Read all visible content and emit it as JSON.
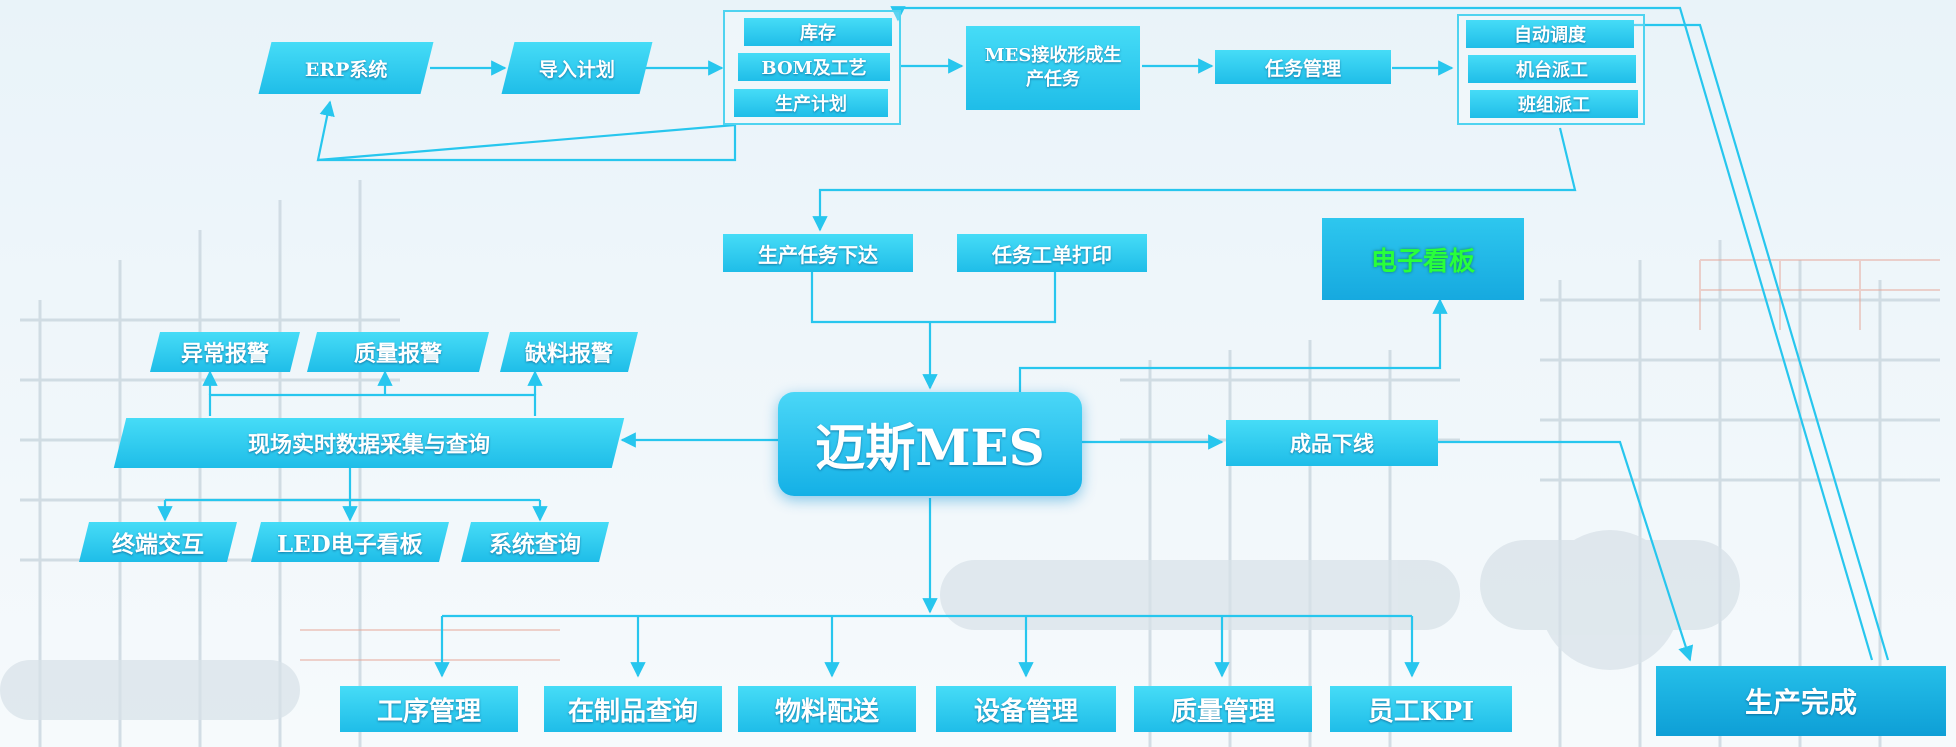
{
  "top": {
    "erp": "ERP系统",
    "import_plan": "导入计划",
    "inputs": [
      "库存",
      "BOM及工艺",
      "生产计划"
    ],
    "mes_receive": "MES接收形成生产任务",
    "task_mgmt": "任务管理",
    "dispatch": [
      "自动调度",
      "机台派工",
      "班组派工"
    ]
  },
  "middle": {
    "task_release": "生产任务下达",
    "order_print": "任务工单打印",
    "e_board": "电子看板",
    "hub": "迈斯MES",
    "finished_offline": "成品下线"
  },
  "left": {
    "alarms": [
      "异常报警",
      "质量报警",
      "缺料报警"
    ],
    "data_collection": "现场实时数据采集与查询",
    "outputs": [
      "终端交互",
      "LED电子看板",
      "系统查询"
    ]
  },
  "bottom": {
    "modules": [
      "工序管理",
      "在制品查询",
      "物料配送",
      "设备管理",
      "质量管理",
      "员工KPI"
    ],
    "complete": "生产完成"
  },
  "colors": {
    "box_fill": "#22c3ec",
    "line": "#27c6ee",
    "board_text": "#29ff3b"
  }
}
